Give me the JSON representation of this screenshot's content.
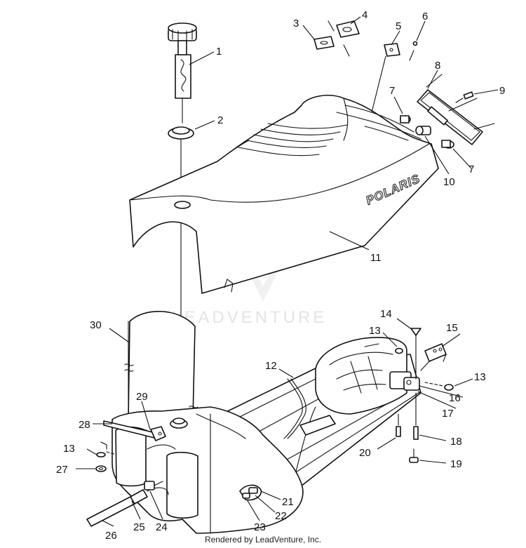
{
  "diagram": {
    "brand_text": "POLARIS",
    "watermark_text": "LEADVENTURE",
    "footer_text": "Rendered by LeadVenture, Inc.",
    "callouts": [
      "1",
      "2",
      "3",
      "4",
      "5",
      "6",
      "7",
      "7",
      "8",
      "9",
      "10",
      "11",
      "12",
      "13",
      "13",
      "13",
      "14",
      "15",
      "16",
      "17",
      "18",
      "19",
      "20",
      "21",
      "22",
      "23",
      "24",
      "25",
      "26",
      "27",
      "28",
      "29",
      "30"
    ]
  }
}
